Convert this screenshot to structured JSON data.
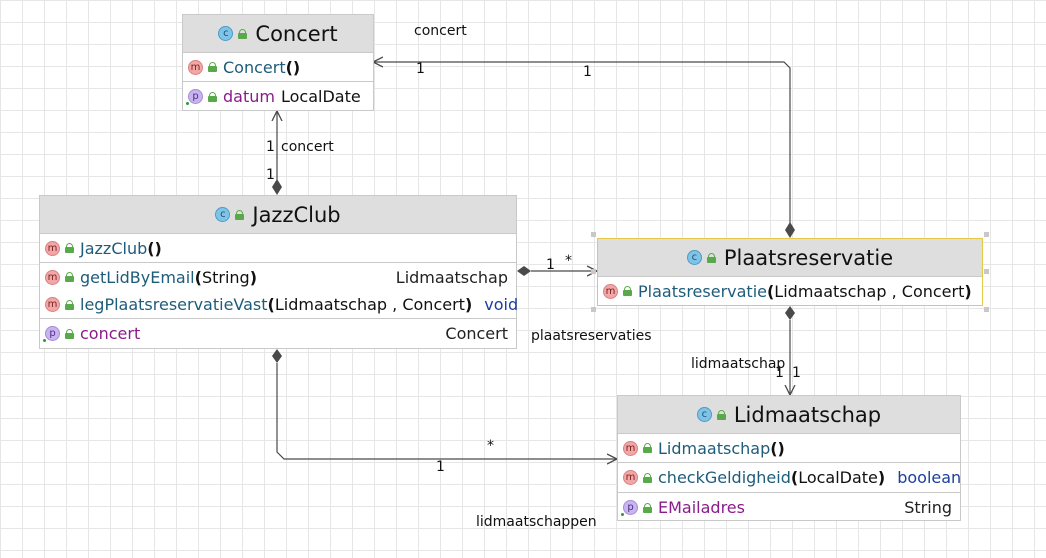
{
  "classes": {
    "concert": {
      "title": "Concert",
      "constructor": {
        "name": "Concert",
        "args": "",
        "close": "()"
      },
      "field": {
        "name": "datum",
        "type": "LocalDate"
      }
    },
    "jazzclub": {
      "title": "JazzClub",
      "constructor": {
        "name": "JazzClub",
        "close": "()"
      },
      "methods": [
        {
          "name": "getLidByEmail",
          "open": "(",
          "args": "String",
          "close": ")",
          "type": "Lidmaatschap"
        },
        {
          "name": "legPlaatsreservatieVast",
          "open": "(",
          "args": "Lidmaatschap , Concert",
          "close": ")",
          "type": "void"
        }
      ],
      "field": {
        "name": "concert",
        "type": "Concert"
      }
    },
    "plaatsreservatie": {
      "title": "Plaatsreservatie",
      "constructor": {
        "name": "Plaatsreservatie",
        "open": "(",
        "args": "Lidmaatschap , Concert",
        "close": ")"
      }
    },
    "lidmaatschap": {
      "title": "Lidmaatschap",
      "constructor": {
        "name": "Lidmaatschap",
        "close": "()"
      },
      "method": {
        "name": "checkGeldigheid",
        "open": "(",
        "args": "LocalDate",
        "close": ")",
        "type": "boolean"
      },
      "field": {
        "name": "EMailadres",
        "type": "String"
      }
    }
  },
  "badges": {
    "class": "c",
    "method": "m",
    "property": "p"
  },
  "edge_labels": {
    "concert_top_role": "concert",
    "concert_top_mult_a": "1",
    "concert_top_mult_b": "1",
    "jc_concert_mult_a": "1",
    "jc_concert_role": "concert",
    "jc_concert_mult_b": "1",
    "jc_pr_mult_1": "1",
    "jc_pr_mult_star": "*",
    "jc_pr_role": "plaatsreservaties",
    "pr_lid_role": "lidmaatschap",
    "pr_lid_mult_a": "1",
    "pr_lid_mult_b": "1",
    "jc_lid_star": "*",
    "jc_lid_mult": "1",
    "jc_lid_role": "lidmaatschappen"
  },
  "colors": {
    "edge": "#4a4a4a",
    "header": "#dedede",
    "selection_border": "#e8c84a"
  }
}
